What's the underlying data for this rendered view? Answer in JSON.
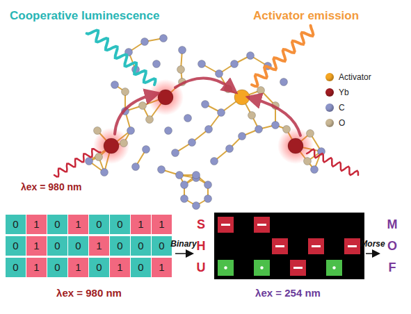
{
  "diagram": {
    "labels": [
      "Cooperative luminescence",
      "Activator emission",
      "λex = 980 nm",
      "0",
      "1",
      "0",
      "1",
      "0",
      "0",
      "1",
      "1",
      "0",
      "1",
      "0",
      "0",
      "1",
      "0",
      "0",
      "0",
      "0",
      "1",
      "0",
      "1",
      "0",
      "1",
      "0",
      "1",
      "Binary",
      "S",
      "H",
      "U",
      "λex = 980 nm",
      "Morse",
      "M",
      "O",
      "F",
      "λex = 254 nm"
    ],
    "legend": [
      {
        "text": "Activator",
        "color": "#f5a623"
      },
      {
        "text": "Yb",
        "color": "#a01c22"
      },
      {
        "text": "C",
        "color": "#8c94c8"
      },
      {
        "text": "O",
        "color": "#c9b795"
      }
    ]
  }
}
